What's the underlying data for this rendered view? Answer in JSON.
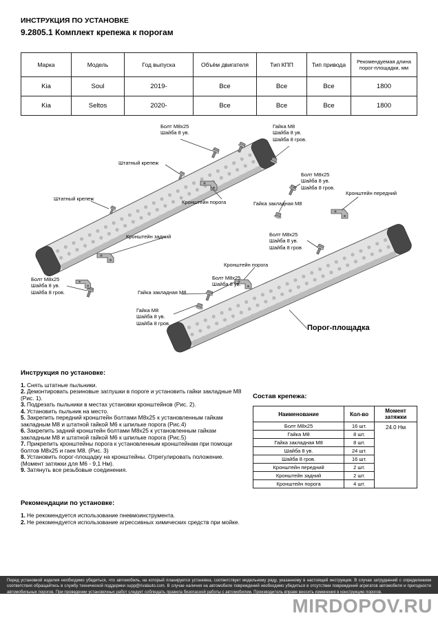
{
  "header": {
    "doc_type": "ИНСТРУКЦИЯ ПО УСТАНОВКЕ",
    "title": "9.2805.1 Комплект крепежа к порогам"
  },
  "fitment": {
    "headers": [
      "Марка",
      "Модель",
      "Год выпуска",
      "Объём двигателя",
      "Тип КПП",
      "Тип привода",
      "Рекомендуемая длина порог-площадки, мм"
    ],
    "rows": [
      [
        "Kia",
        "Soul",
        "2019-",
        "Все",
        "Все",
        "Все",
        "1800"
      ],
      [
        "Kia",
        "Seltos",
        "2020-",
        "Все",
        "Все",
        "Все",
        "1800"
      ]
    ]
  },
  "diagram": {
    "labels": [
      "Болт М8х25\nШайба 8 ув.",
      "Гайка М8\nШайба 8 ув.\nШайба 8 гров.",
      "Штатный крепеж",
      "Болт М8х25\nШайба 8 ув.\nШайба 8 гров.",
      "Штатный крепеж",
      "Кронштейн порога",
      "Гайка закладная М8",
      "Кронштейн передний",
      "Кронштейн задний",
      "Болт М8х25\nШайба 8 ув.\nШайба 8 гров",
      "Кронштейн порога",
      "Болт М8х25\nШайба 8 ув.",
      "Болт М8х25\nШайба 8 ув.\nШайба 8 гров.",
      "Гайка закладная М8",
      "Гайка М8\nШайба 8 ув.\nШайба 8 гров.",
      "Порог-площадка"
    ]
  },
  "instructions": {
    "title": "Инструкция по установке:",
    "steps": [
      {
        "n": "1.",
        "text": "Снять штатные пыльники."
      },
      {
        "n": "2.",
        "text": "Демонтировать резиновые заглушки в пороге и установить гайки закладные М8 (Рис. 1)."
      },
      {
        "n": "3.",
        "text": "Подрезать пыльники в местах установки кронштейнов (Рис. 2)."
      },
      {
        "n": "4.",
        "text": "Установить пыльник на место."
      },
      {
        "n": "5.",
        "text": "Закрепить передний кронштейн болтами М8х25 к установленным гайкам закладным М8 и штатной гайкой М6 к шпильке порога (Рис.4)"
      },
      {
        "n": "6.",
        "text": "Закрепить задний кронштейн болтами М8х25 к установленным гайкам закладным М8 и штатной гайкой М6 к шпильке порога (Рис.5)"
      },
      {
        "n": "7.",
        "text": "Прикрепить кронштейны порога к установленным кронштейнам при помощи болтов М8х25 и гаек М8. (Рис. 3)"
      },
      {
        "n": "8.",
        "text": "Установить порог-площадку на кронштейны. Отрегулировать положение.(Момент затяжки для М6 - 9,1 Нм)."
      },
      {
        "n": "9.",
        "text": "Затянуть все резьбовые соединения."
      }
    ]
  },
  "hardware": {
    "title": "Состав крепежа:",
    "headers": [
      "Наименование",
      "Кол-во",
      "Момент затяжки"
    ],
    "torque": "24.0 Нм",
    "rows": [
      {
        "name": "Болт М8х25",
        "qty": "16 шт."
      },
      {
        "name": "Гайка М8",
        "qty": "8 шт."
      },
      {
        "name": "Гайка закладная М8",
        "qty": "8 шт."
      },
      {
        "name": "Шайба 8 ув.",
        "qty": "24 шт."
      },
      {
        "name": "Шайба 8 гров.",
        "qty": "16 шт."
      },
      {
        "name": "Кронштейн передний",
        "qty": "2 шт."
      },
      {
        "name": "Кронштейн задний",
        "qty": "2 шт."
      },
      {
        "name": "Кронштейн порога",
        "qty": "4 шт."
      }
    ]
  },
  "recommendations": {
    "title": "Рекомендации по установке:",
    "items": [
      {
        "n": "1.",
        "text": "Не рекомендуется использование пневмоинструмента."
      },
      {
        "n": "2.",
        "text": "Не рекомендуется использование агрессивных химических средств при мойке."
      }
    ]
  },
  "footer": {
    "disclaimer": "Перед установкой изделия необходимо убедиться, что автомобиль, на который планируется установка, соответствует модельному ряду, указанному в настоящей инструкции. В случае затруднений с определением соответствия обращайтесь в службу технической поддержки supp@rivalauto.com. В случае наличия на автомобиле повреждений необходимо убедиться в отсутствии повреждений агрегатов автомобиля и пригодности автомобильных порогов. При проведении установочных работ следует соблюдать правила безопасной работы с автомобилем. Производитель вправе вносить изменения в конструкцию порогов.",
    "watermark": "MIRDOPOV.RU"
  }
}
